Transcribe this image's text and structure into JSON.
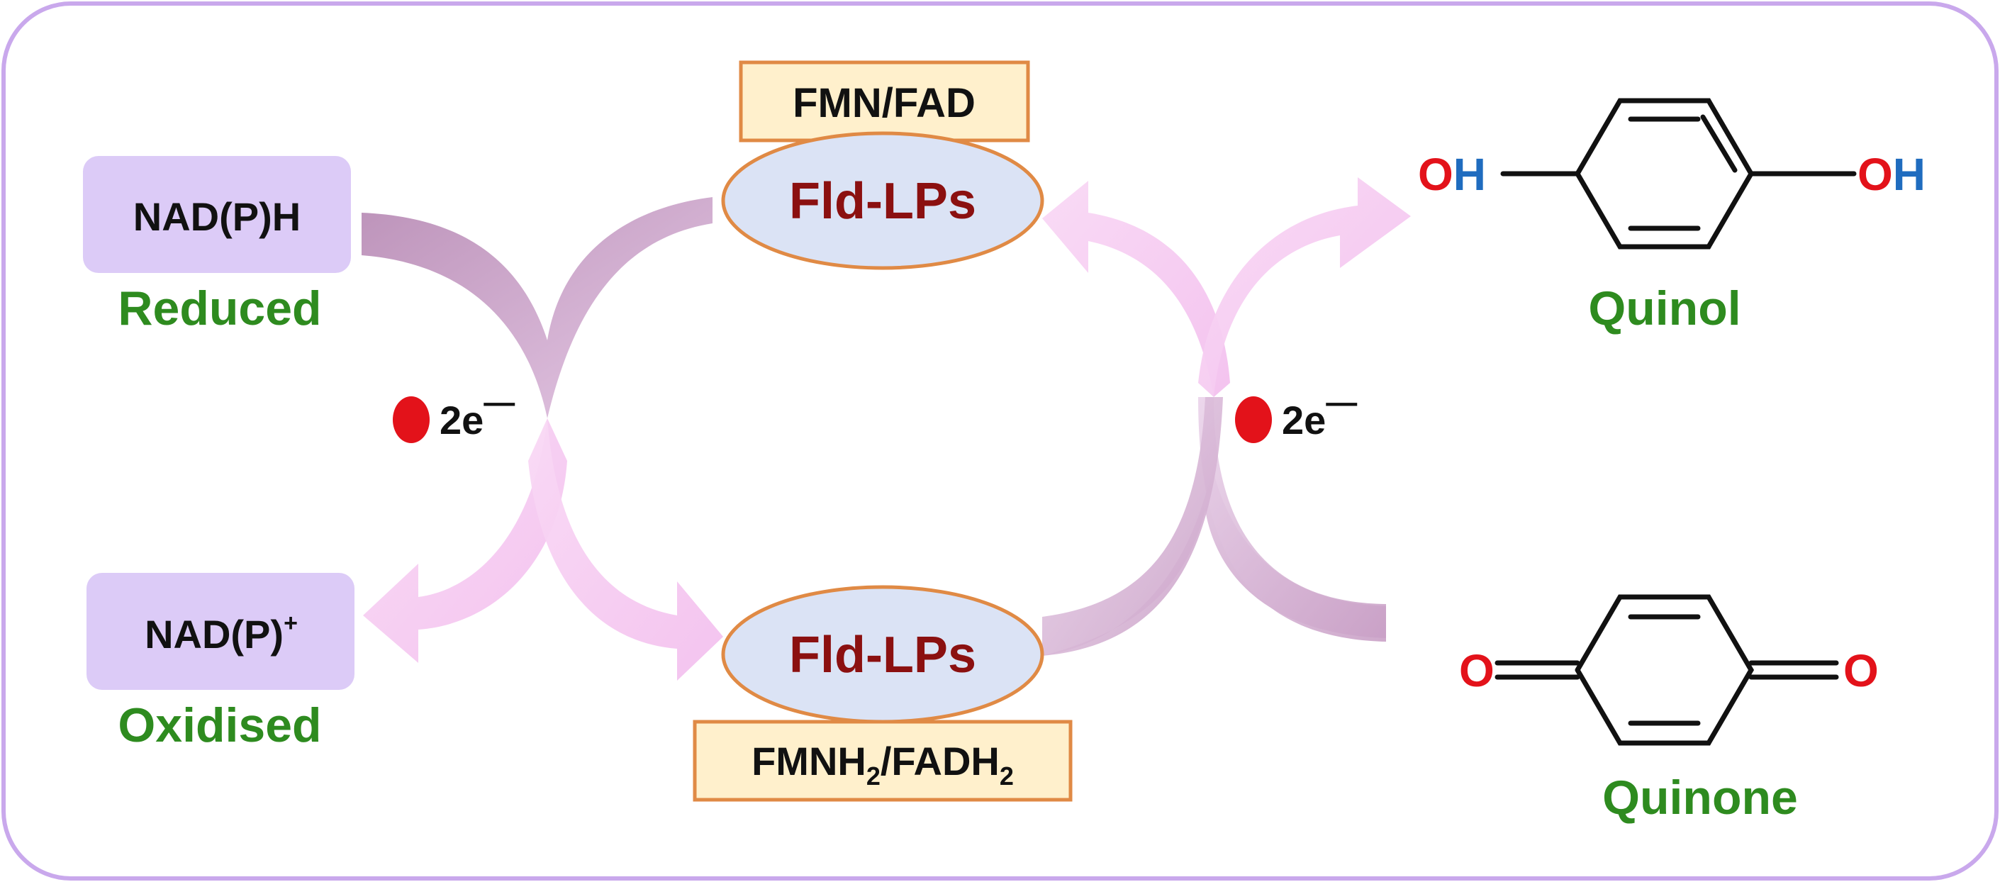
{
  "left": {
    "reduced_box": "NAD(P)H",
    "reduced_label": "Reduced",
    "oxidised_box": "NAD(P)",
    "oxidised_sup": "+",
    "oxidised_label": "Oxidised",
    "electrons": "2e",
    "electrons_sup": "—"
  },
  "center": {
    "top_cofactor": "FMN/FAD",
    "top_enzyme": "Fld-LPs",
    "bottom_enzyme": "Fld-LPs",
    "bottom_cofactor_parts": [
      "FMNH",
      "2",
      "/FADH",
      "2"
    ]
  },
  "right": {
    "electrons": "2e",
    "electrons_sup": "—",
    "quinol_label": "Quinol",
    "quinol_oh_o": "O",
    "quinol_oh_h": "H",
    "quinone_label": "Quinone",
    "quinone_o": "O"
  },
  "colors": {
    "frame": "#c9a8ec",
    "box_fill": "#dccbf7",
    "label_green": "#2e8b1f",
    "enzyme_fill": "#dbe3f5",
    "enzyme_stroke": "#e08a45",
    "enzyme_text": "#8b1010",
    "cofactor_fill": "#fff0cc",
    "arrow_dark": "#c9a6c9",
    "arrow_light": "#f7cdf2",
    "electron": "#e3121a",
    "oxygen": "#e3121a",
    "hydrogen": "#1f6cbf"
  }
}
